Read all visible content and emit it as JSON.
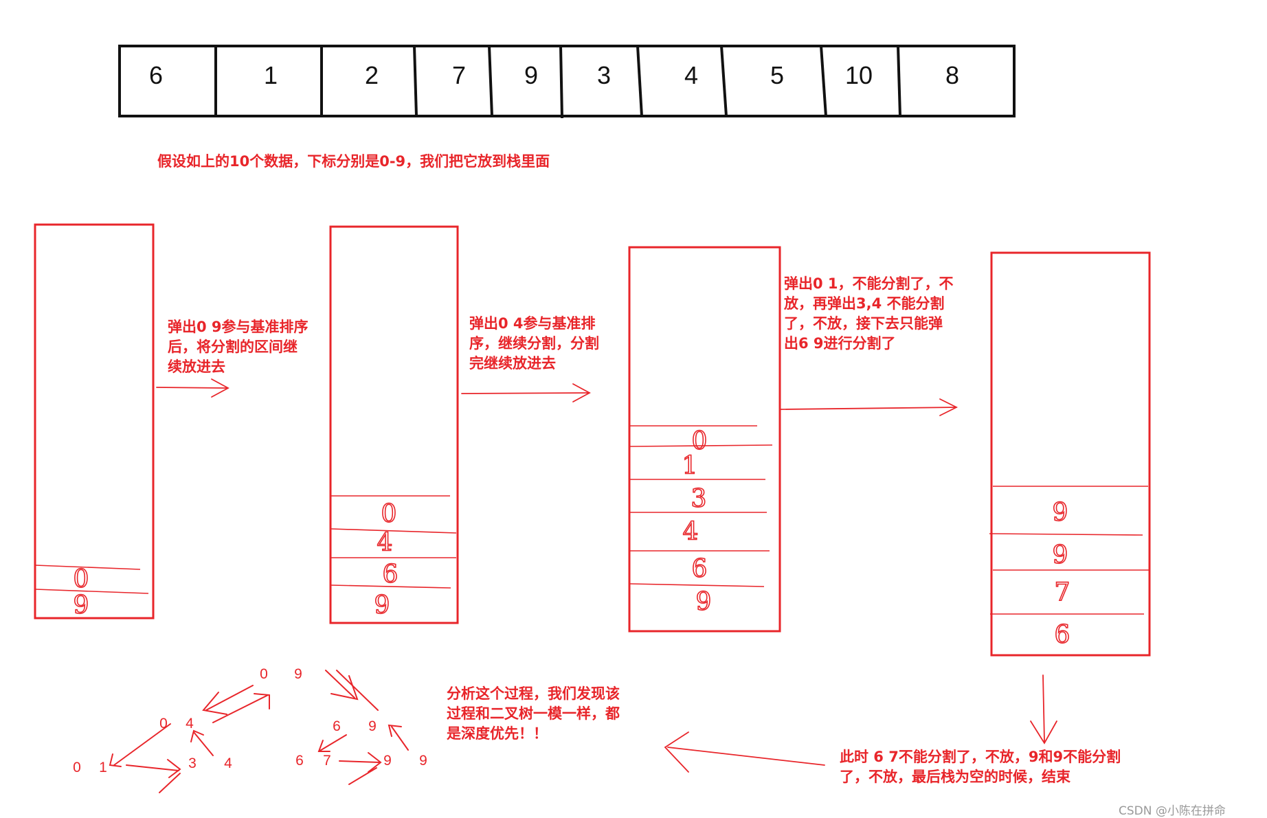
{
  "array_cells": [
    "6",
    "1",
    "2",
    "7",
    "9",
    "3",
    "4",
    "5",
    "10",
    "8"
  ],
  "notes": {
    "intro": "假设如上的10个数据，下标分别是0-9，我们把它放到栈里面",
    "step1": [
      "弹出0 9参与基准排序",
      "后，将分割的区间继",
      "续放进去"
    ],
    "step2": [
      "弹出0 4参与基准排",
      "序，继续分割，分割",
      "完继续放进去"
    ],
    "step3": [
      "弹出0 1，不能分割了，不",
      "放，再弹出3,4 不能分割",
      "了，不放，接下去只能弹",
      "出6 9进行分割了"
    ],
    "step4": [
      "此时 6 7不能分割了，不放，9和9不能分割",
      "了，不放，最后栈为空的时候，结束"
    ],
    "analysis": [
      "分析这个过程，我们发现该",
      "过程和二叉树一模一样，都",
      "是深度优先！！"
    ]
  },
  "stacks": [
    {
      "items": [
        "9",
        "0"
      ]
    },
    {
      "items": [
        "9",
        "6",
        "4",
        "0"
      ]
    },
    {
      "items": [
        "9",
        "6",
        "4",
        "3",
        "1",
        "0"
      ]
    },
    {
      "items": [
        "9",
        "9",
        "7",
        "6"
      ]
    }
  ],
  "tree_labels": {
    "n0": "0",
    "n9": "9",
    "n0b": "0",
    "n4": "4",
    "n6": "6",
    "n9b": "9",
    "n0c": "0",
    "n1": "1",
    "n3": "3",
    "n4b": "4",
    "n6b": "6",
    "n7": "7",
    "n9c": "9",
    "n9d": "9"
  },
  "watermark": "CSDN @小陈在拼命",
  "colors": {
    "ink": "#e8252a",
    "array": "#111111"
  }
}
